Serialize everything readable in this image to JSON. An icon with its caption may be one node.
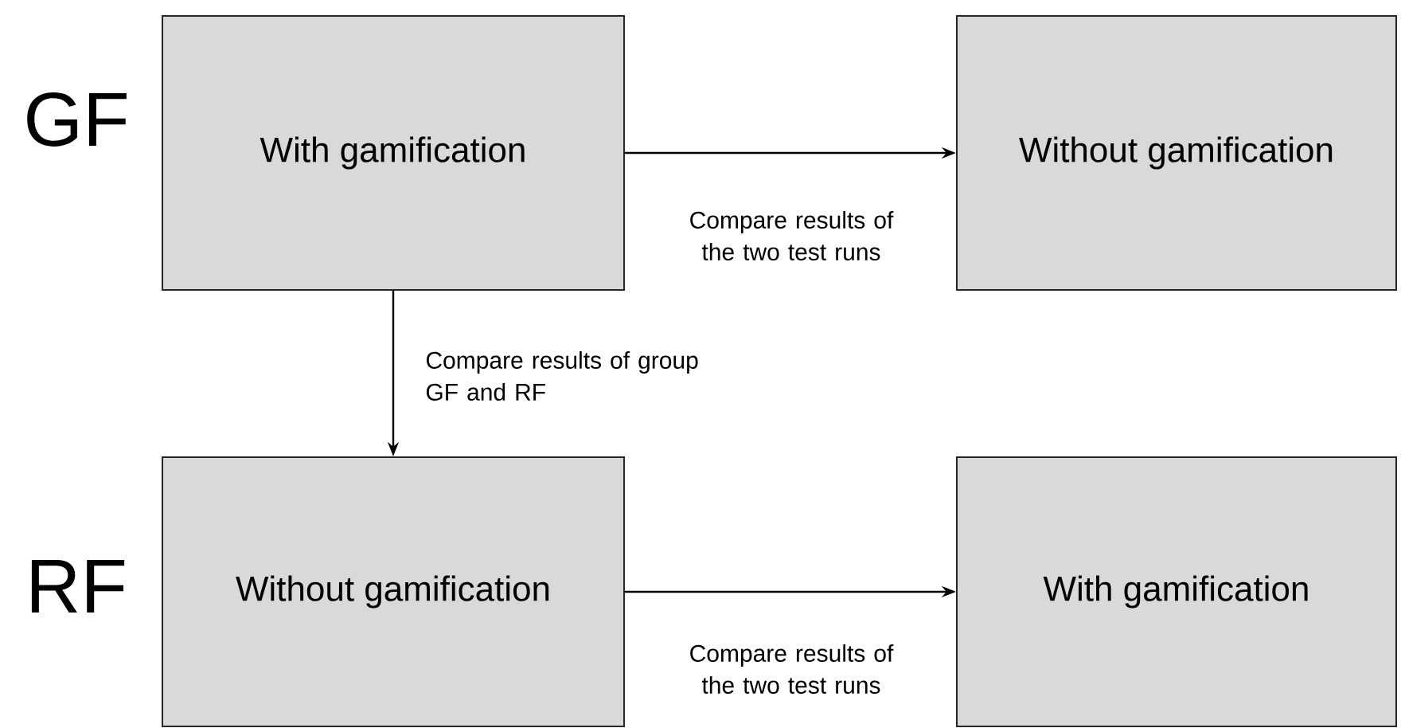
{
  "diagram": {
    "nodes": [
      {
        "text": [
          "With gamification"
        ]
      },
      {
        "text": [
          "Without gamification"
        ]
      },
      {
        "text": [
          "Without gamification"
        ]
      },
      {
        "text": [
          "With gamification"
        ]
      }
    ],
    "edges": [
      {
        "from": 0,
        "to": 1,
        "arrow": "to",
        "label": "Compare results of the two test runs"
      },
      {
        "from": 0,
        "to": 2,
        "arrow": "to",
        "label": "Compare results of group GF and RF"
      },
      {
        "from": 2,
        "to": 3,
        "arrow": "to",
        "label": "Compare results of the two test runs"
      }
    ],
    "labels": [
      "GF",
      "RF"
    ]
  }
}
